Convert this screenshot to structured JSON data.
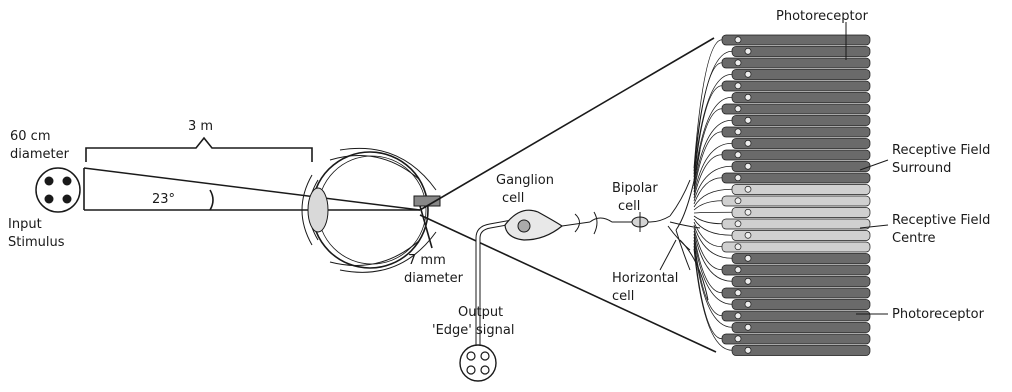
{
  "labels": {
    "photoreceptor_top": "Photoreceptor",
    "distance": "3 m",
    "size_line1": "60 cm",
    "size_line2": "diameter",
    "angle": "23°",
    "input_line1": "Input",
    "input_line2": "Stimulus",
    "retina_line1": "7 mm",
    "retina_line2": "diameter",
    "ganglion_line1": "Ganglion",
    "ganglion_line2": "cell",
    "bipolar_line1": "Bipolar",
    "bipolar_line2": "cell",
    "horizontal_line1": "Horizontal",
    "horizontal_line2": "cell",
    "output_line1": "Output",
    "output_line2": "'Edge' signal",
    "surround_line1": "Receptive Field",
    "surround_line2": "Surround",
    "centre_line1": "Receptive Field",
    "centre_line2": "Centre",
    "photoreceptor_bottom": "Photoreceptor"
  },
  "colors": {
    "ink": "#1a1a1a",
    "receptor_dark": "#6a6a6a",
    "receptor_light": "#d0d0d0",
    "cell_fill": "#bdbdbd"
  }
}
